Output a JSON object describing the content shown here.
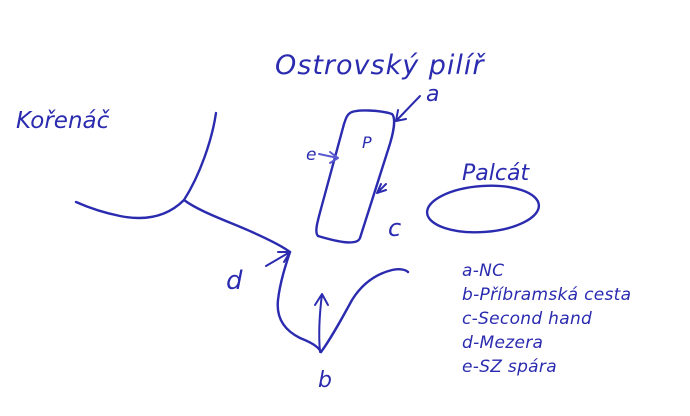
{
  "labels": {
    "title": "Ostrovský pilíř",
    "left": "Kořenáč",
    "right": "Palcát",
    "marker_a": "a",
    "marker_b": "b",
    "marker_c": "c",
    "marker_d": "d",
    "marker_e": "e",
    "pillar_marker": "P"
  },
  "legend": [
    "a-NC",
    "b-Příbramská cesta",
    "c-Second hand",
    "d-Mezera",
    "e-SZ spára"
  ],
  "colors": {
    "ink": "#2b2bb0",
    "ink_light": "#5a5ad0",
    "background": "#ffffff"
  }
}
